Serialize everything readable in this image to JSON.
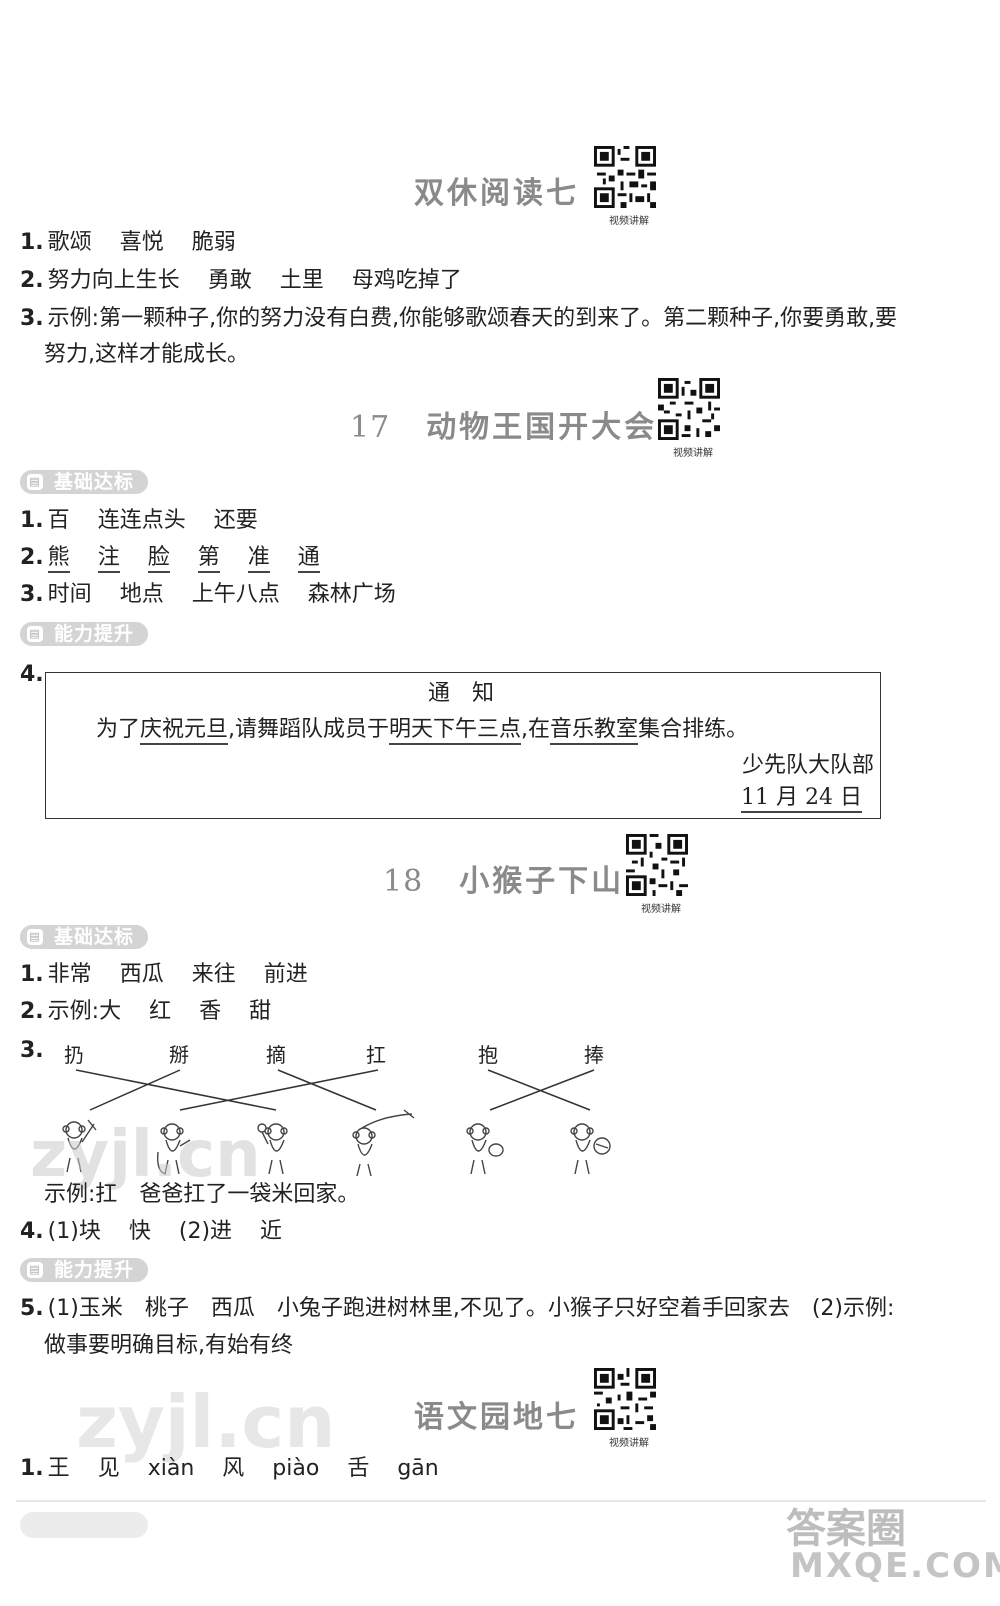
{
  "sec1": {
    "title": "双休阅读七",
    "qr_caption": "视频讲解",
    "q1": {
      "n": "1.",
      "a": "歌颂",
      "b": "喜悦",
      "c": "脆弱"
    },
    "q2": {
      "n": "2.",
      "a": "努力向上生长",
      "b": "勇敢",
      "c": "土里",
      "d": "母鸡吃掉了"
    },
    "q3": {
      "n": "3.",
      "line1": "示例:第一颗种子,你的努力没有白费,你能够歌颂春天的到来了。第二颗种子,你要勇敢,要",
      "line2": "努力,这样才能成长。"
    }
  },
  "sec2": {
    "number": "17",
    "title": "动物王国开大会",
    "qr_caption": "视频讲解",
    "badge1": "基础达标",
    "q1": {
      "n": "1.",
      "a": "百",
      "b": "连连点头",
      "c": "还要"
    },
    "q2": {
      "n": "2.",
      "chars": [
        "熊",
        "注",
        "脸",
        "第",
        "准",
        "通"
      ]
    },
    "q3": {
      "n": "3.",
      "a": "时间",
      "b": "地点",
      "c": "上午八点",
      "d": "森林广场"
    },
    "badge2": "能力提升",
    "q4": {
      "n": "4.",
      "notice_title": "通　知",
      "body_pre": "为了",
      "body_u1": "庆祝元旦",
      "body_mid1": ",请舞蹈队成员于",
      "body_u2": "明天下午三点",
      "body_mid2": ",在",
      "body_u3": "音乐教室",
      "body_post": "集合排练。",
      "signature": "少先队大队部",
      "date": "11 月 24 日"
    }
  },
  "sec3": {
    "number": "18",
    "title": "小猴子下山",
    "qr_caption": "视频讲解",
    "badge1": "基础达标",
    "q1": {
      "n": "1.",
      "a": "非常",
      "b": "西瓜",
      "c": "来往",
      "d": "前进"
    },
    "q2": {
      "n": "2.",
      "a": "示例:大",
      "b": "红",
      "c": "香",
      "d": "甜"
    },
    "q3": {
      "n": "3.",
      "chars": [
        "扔",
        "掰",
        "摘",
        "扛",
        "抱",
        "捧"
      ],
      "example": "示例:扛　爸爸扛了一袋米回家。"
    },
    "q4": {
      "n": "4.",
      "a": "(1)块",
      "b": "快",
      "c": "(2)进",
      "d": "近"
    },
    "badge2": "能力提升",
    "q5": {
      "n": "5.",
      "line1": "(1)玉米　桃子　西瓜　小兔子跑进树林里,不见了。小猴子只好空着手回家去　(2)示例:",
      "line2": "做事要明确目标,有始有终"
    }
  },
  "sec4": {
    "title": "语文园地七",
    "qr_caption": "视频讲解",
    "q1": {
      "n": "1.",
      "a": "王",
      "b": "见",
      "c": "xiàn",
      "d": "风",
      "e": "piào",
      "f": "舌",
      "g": "gān"
    }
  },
  "watermarks": {
    "w1": "zyjl.cn",
    "w2": "zyjl.cn",
    "w3": "答案圈",
    "w4": "MXQE.COM"
  },
  "colors": {
    "title_gray": "#8a8a8a",
    "badge_gray": "#d4d4d4"
  }
}
